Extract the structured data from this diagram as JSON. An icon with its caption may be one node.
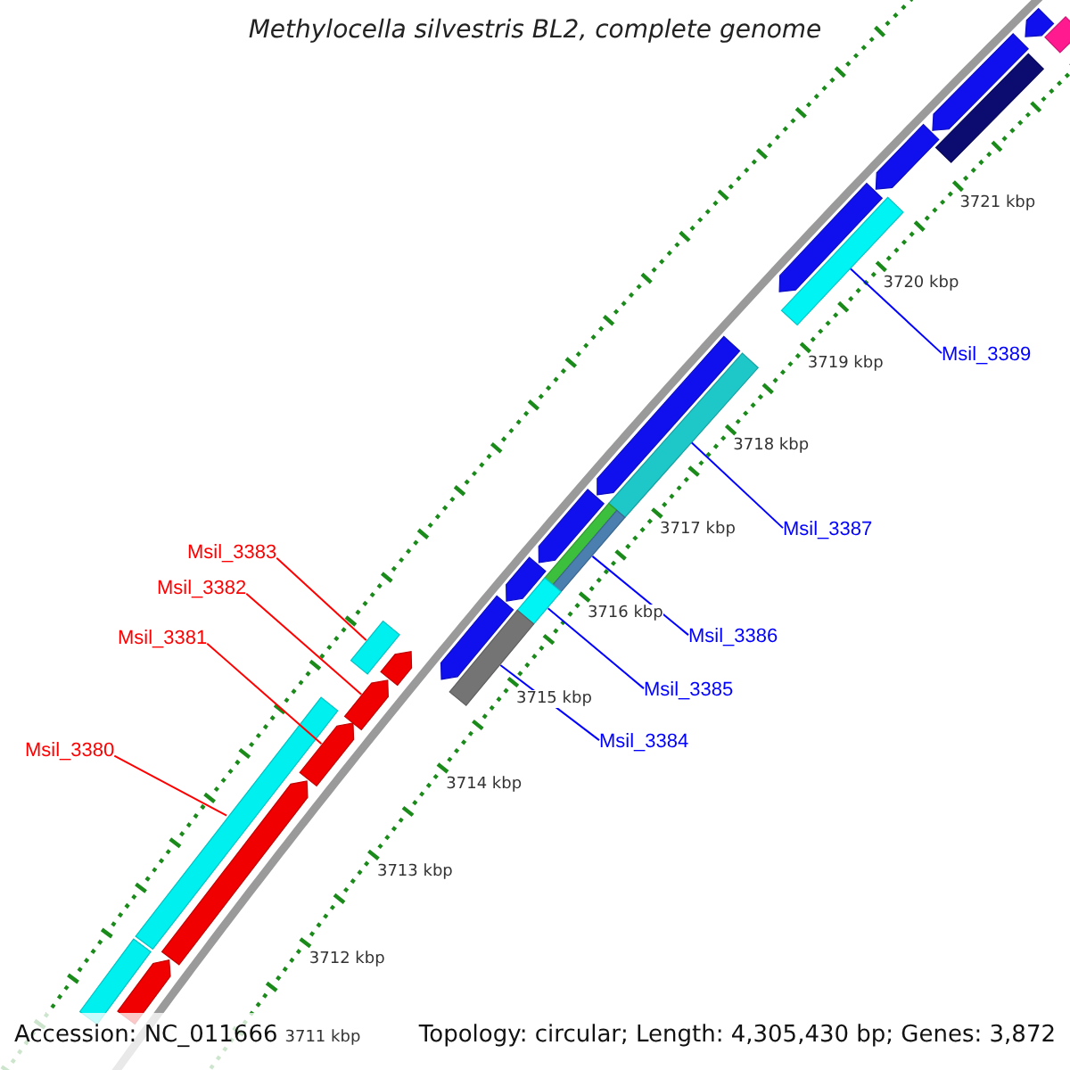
{
  "diagram": {
    "title": "Methylocella silvestris BL2, complete genome",
    "nodes": [
      {
        "text": [
          "Msil_3389"
        ]
      },
      {
        "text": [
          "Msil_3387"
        ]
      },
      {
        "text": [
          "Msil_3383"
        ]
      },
      {
        "text": [
          "Msil_3382"
        ]
      },
      {
        "text": [
          "Msil_3386"
        ]
      },
      {
        "text": [
          "Msil_3381"
        ]
      },
      {
        "text": [
          "Msil_3385"
        ]
      },
      {
        "text": [
          "Msil_3384"
        ]
      },
      {
        "text": [
          "Msil_3380"
        ]
      },
      {
        "text": [],
        "shape": "bar"
      },
      {
        "text": [],
        "shape": "arrow"
      },
      {
        "text": [],
        "shape": "arrow"
      },
      {
        "text": [],
        "shape": "bar"
      },
      {
        "text": [],
        "shape": "arrow"
      },
      {
        "text": [],
        "shape": "arrow"
      },
      {
        "text": [],
        "shape": "bar"
      },
      {
        "text": [],
        "shape": "arrow"
      },
      {
        "text": [],
        "shape": "bar"
      },
      {
        "text": [],
        "shape": "arrow"
      },
      {
        "text": [],
        "shape": "bar"
      },
      {
        "text": [],
        "shape": "arrow"
      },
      {
        "text": [],
        "shape": "bar"
      },
      {
        "text": [],
        "shape": "arrow"
      },
      {
        "text": [],
        "shape": "bar"
      },
      {
        "text": [],
        "shape": "bar"
      },
      {
        "text": [],
        "shape": "arrow"
      },
      {
        "text": [],
        "shape": "arrow"
      },
      {
        "text": [],
        "shape": "arrow"
      },
      {
        "text": [],
        "shape": "bar"
      },
      {
        "text": [],
        "shape": "arrow"
      },
      {
        "text": [],
        "shape": "arrow"
      },
      {
        "text": [],
        "shape": "bar"
      }
    ],
    "edges": [
      {
        "from": 0,
        "to": 15,
        "arrow": "none"
      },
      {
        "from": 1,
        "to": 17,
        "arrow": "none"
      },
      {
        "from": 2,
        "to": 24,
        "arrow": "none",
        "color": "#ff0000"
      },
      {
        "from": 3,
        "to": 26,
        "arrow": "none",
        "color": "#ff0000"
      },
      {
        "from": 4,
        "to": 19,
        "arrow": "none"
      },
      {
        "from": 5,
        "to": 27,
        "arrow": "none",
        "color": "#ff0000"
      },
      {
        "from": 6,
        "to": 21,
        "arrow": "none"
      },
      {
        "from": 7,
        "to": 23,
        "arrow": "none"
      },
      {
        "from": 8,
        "to": 28,
        "arrow": "none",
        "color": "#ff0000"
      }
    ],
    "labels": [
      "3721 kbp",
      "3720 kbp",
      "3719 kbp",
      "3718 kbp",
      "3717 kbp",
      "3716 kbp",
      "3715 kbp",
      "3714 kbp",
      "3713 kbp",
      "3712 kbp",
      "Accession: NC_011666",
      "3711 kbp",
      "Topology: circular; Length: 4,305,430 bp; Genes: 3,872"
    ]
  }
}
